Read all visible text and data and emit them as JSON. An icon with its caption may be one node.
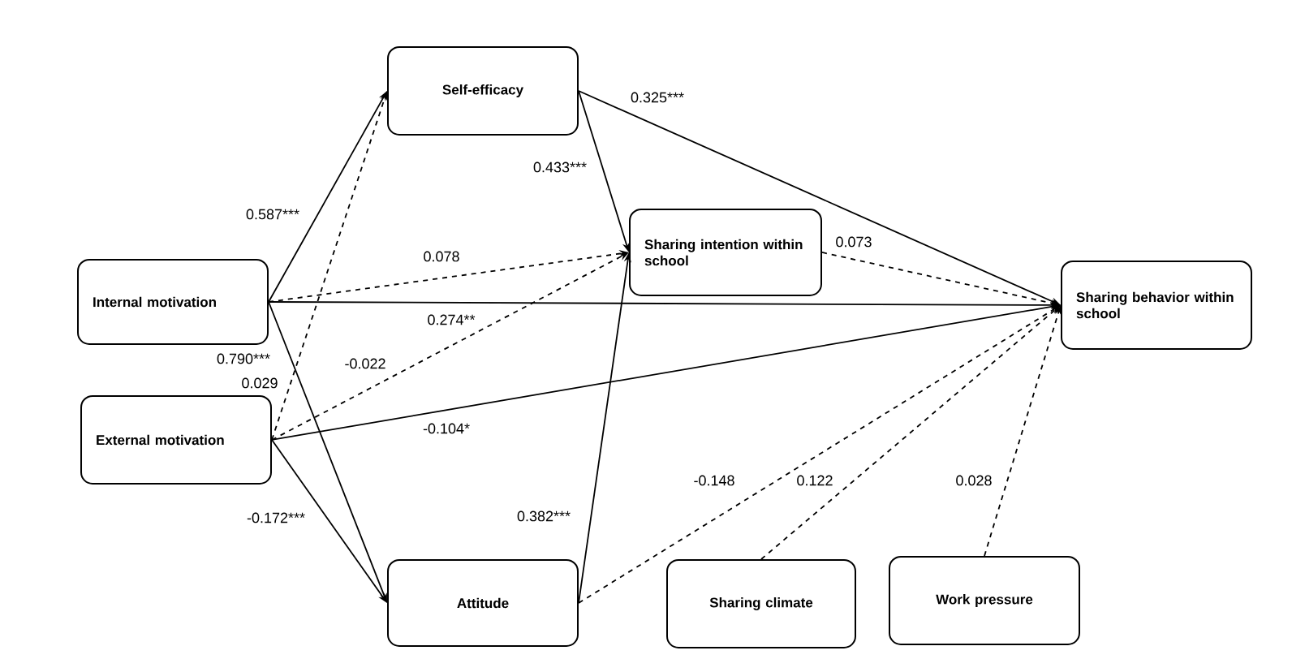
{
  "diagram": {
    "nodes": [
      {
        "text": [
          "Self-efficacy"
        ]
      },
      {
        "text": [
          "Internal motivation"
        ]
      },
      {
        "text": [
          "Sharing intention within school"
        ]
      },
      {
        "text": [
          "External motivation"
        ]
      },
      {
        "text": [
          "Sharing behavior within school"
        ]
      },
      {
        "text": [
          "Attitude"
        ]
      },
      {
        "text": [
          "Sharing climate"
        ]
      },
      {
        "text": [
          "Work pressure"
        ]
      }
    ],
    "edges": [
      {
        "from": 1,
        "to": 0,
        "arrow": "to",
        "label": "0.587***"
      },
      {
        "from": 3,
        "to": 0,
        "arrow": "to",
        "label": "0.029",
        "style": "dashed"
      },
      {
        "from": 1,
        "to": 2,
        "arrow": "to",
        "label": "0.078",
        "style": "dashed"
      },
      {
        "from": 1,
        "to": 4,
        "arrow": "to",
        "label": "0.274**"
      },
      {
        "from": 1,
        "to": 5,
        "arrow": "to",
        "label": "0.790***"
      },
      {
        "from": 3,
        "to": 2,
        "arrow": "to",
        "label": "-0.022",
        "style": "dashed"
      },
      {
        "from": 3,
        "to": 4,
        "arrow": "to",
        "label": "-0.104*"
      },
      {
        "from": 3,
        "to": 5,
        "arrow": "to",
        "label": "-0.172***"
      },
      {
        "from": 0,
        "to": 2,
        "arrow": "to",
        "label": "0.433***"
      },
      {
        "from": 0,
        "to": 4,
        "arrow": "to",
        "label": "0.325***"
      },
      {
        "from": 2,
        "to": 4,
        "arrow": "to",
        "label": "0.073",
        "style": "dashed"
      },
      {
        "from": 5,
        "to": 2,
        "arrow": "to",
        "label": "0.382***"
      },
      {
        "from": 5,
        "to": 4,
        "arrow": "to",
        "label": "-0.148",
        "style": "dashed"
      },
      {
        "from": 6,
        "to": 4,
        "arrow": "to",
        "label": "0.122",
        "style": "dashed"
      },
      {
        "from": 7,
        "to": 4,
        "arrow": "to",
        "label": "0.028",
        "style": "dashed"
      }
    ]
  }
}
